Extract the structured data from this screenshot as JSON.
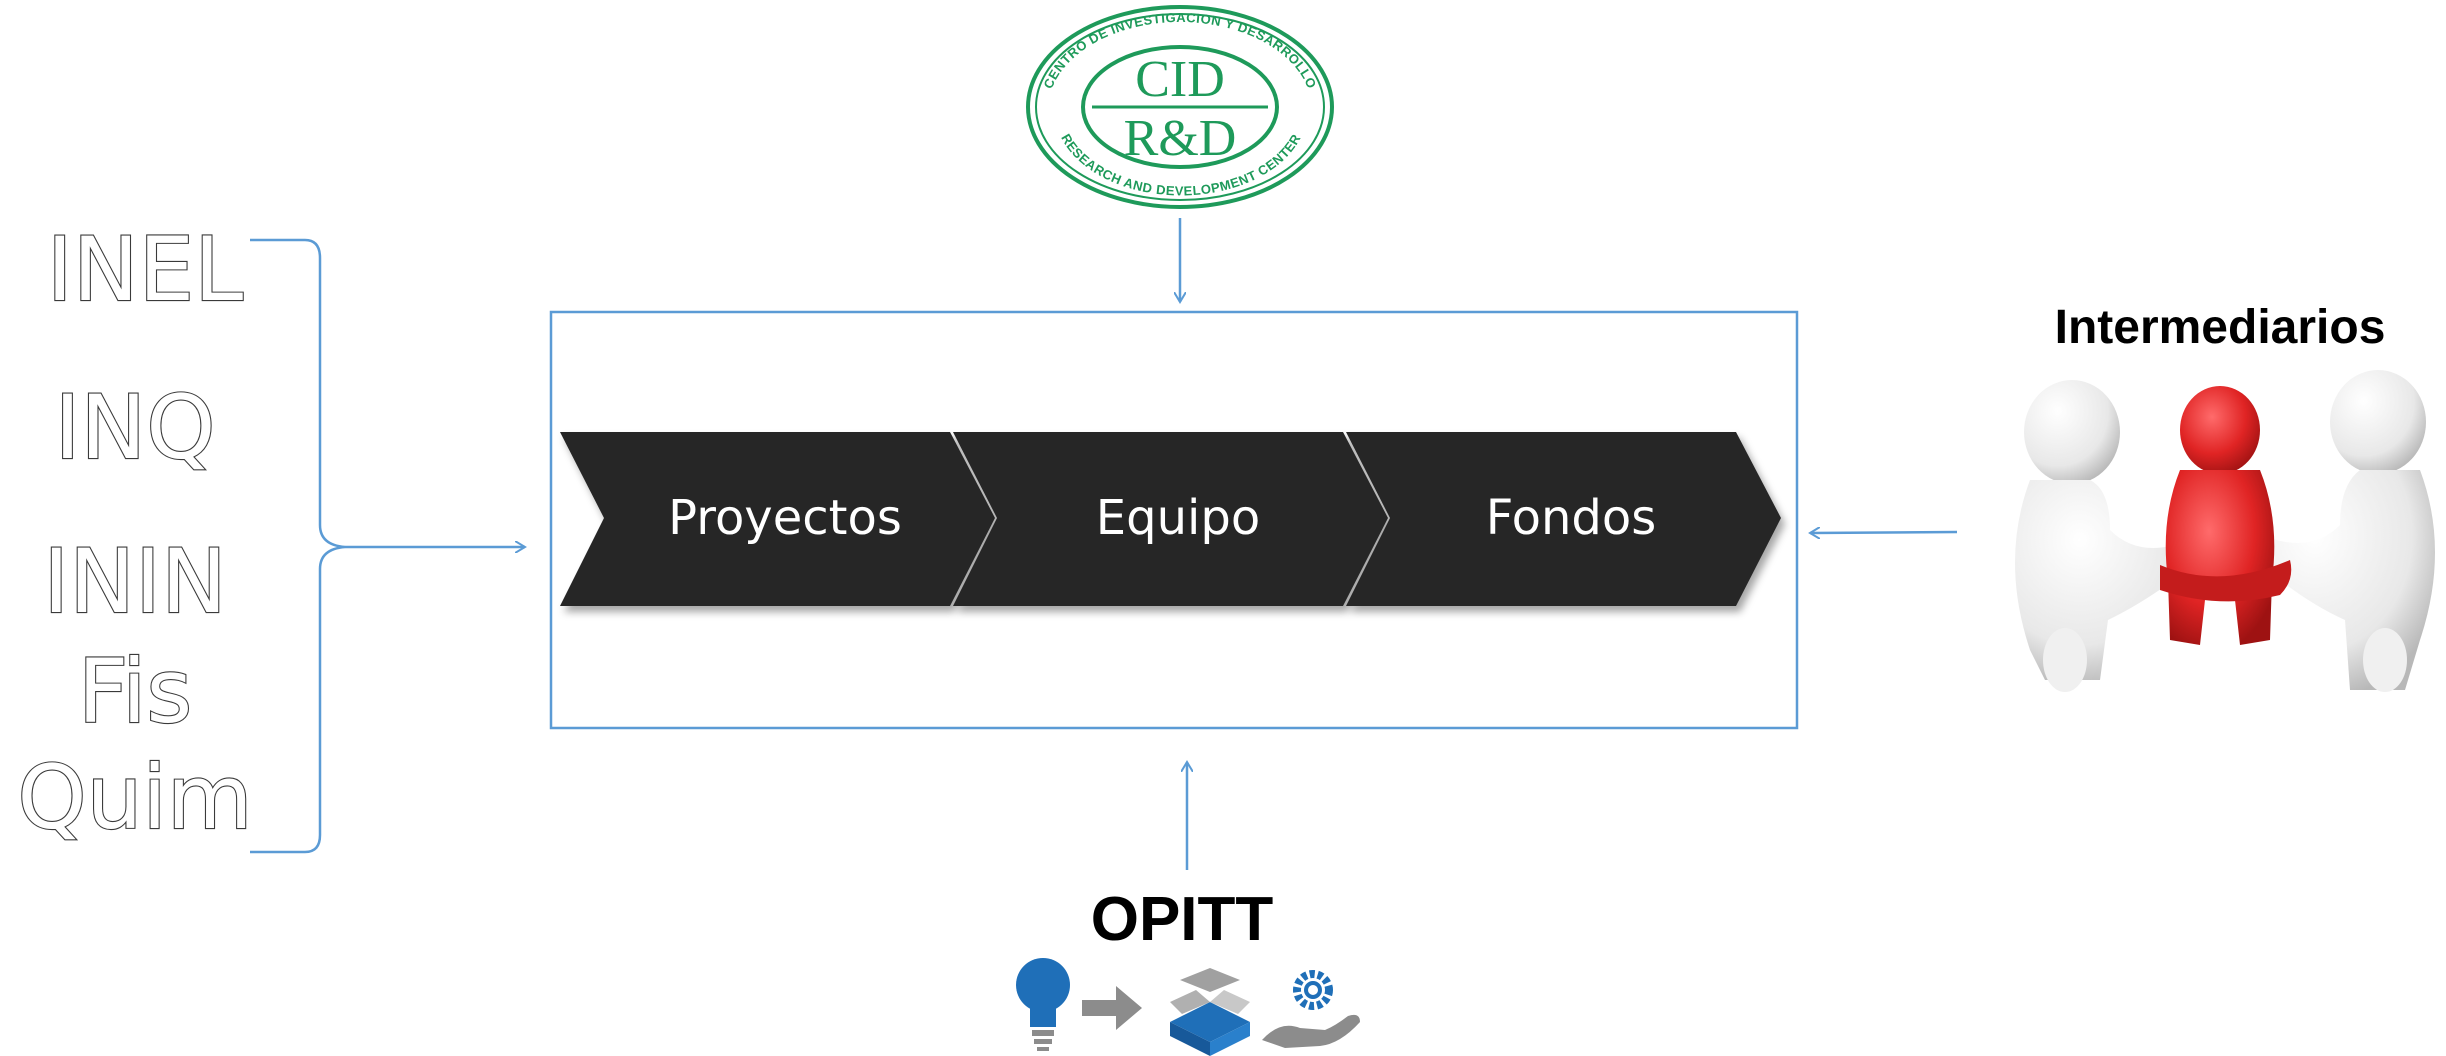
{
  "left_groups": [
    "INEL",
    "INQ",
    "ININ",
    "Fis",
    "Quim"
  ],
  "process_steps": [
    "Proyectos",
    "Equipo",
    "Fondos"
  ],
  "seal": {
    "main_top": "CID",
    "main_bottom": "R&D",
    "ring_top": "CENTRO DE INVESTIGACION Y DESARROLLO",
    "ring_bottom": "RESEARCH AND DEVELOPMENT CENTER"
  },
  "intermediaries_label": "Intermediarios",
  "opitt_label": "OPITT",
  "colors": {
    "connector": "#5b9bd5",
    "chevron": "#262626",
    "seal": "#1e9a5a",
    "figure_center": "#e02424",
    "figure_sides": "#e8e8e8",
    "icon_blue": "#1f6fb8",
    "icon_gray": "#8c8c8c"
  },
  "icons": [
    "lightbulb-icon",
    "arrow-right-icon",
    "open-box-icon",
    "gear-hand-icon",
    "handshake-figures-icon"
  ]
}
